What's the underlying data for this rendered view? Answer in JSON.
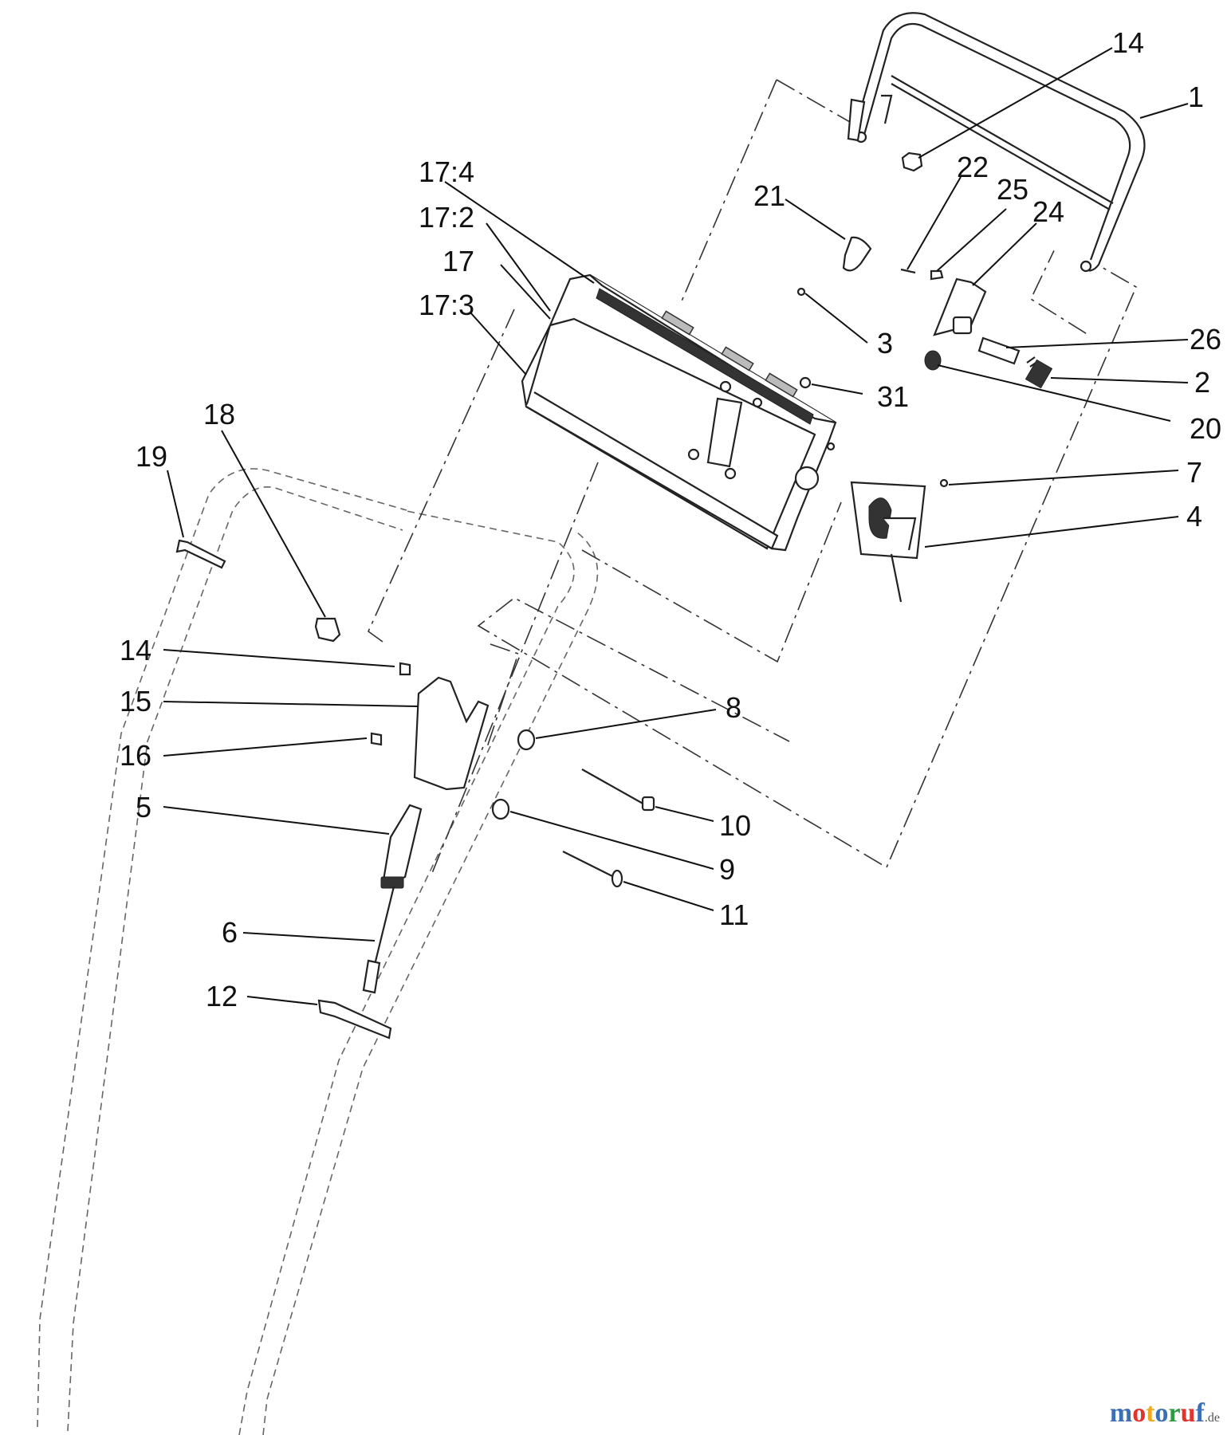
{
  "callouts": [
    {
      "id": "14a",
      "text": "14"
    },
    {
      "id": "1",
      "text": "1"
    },
    {
      "id": "174",
      "text": "17:4"
    },
    {
      "id": "22",
      "text": "22"
    },
    {
      "id": "25",
      "text": "25"
    },
    {
      "id": "21",
      "text": "21"
    },
    {
      "id": "24",
      "text": "24"
    },
    {
      "id": "172",
      "text": "17:2"
    },
    {
      "id": "17",
      "text": "17"
    },
    {
      "id": "173",
      "text": "17:3"
    },
    {
      "id": "26",
      "text": "26"
    },
    {
      "id": "3",
      "text": "3"
    },
    {
      "id": "2",
      "text": "2"
    },
    {
      "id": "31",
      "text": "31"
    },
    {
      "id": "20",
      "text": "20"
    },
    {
      "id": "18",
      "text": "18"
    },
    {
      "id": "19",
      "text": "19"
    },
    {
      "id": "7",
      "text": "7"
    },
    {
      "id": "4",
      "text": "4"
    },
    {
      "id": "14b",
      "text": "14"
    },
    {
      "id": "15",
      "text": "15"
    },
    {
      "id": "8",
      "text": "8"
    },
    {
      "id": "16",
      "text": "16"
    },
    {
      "id": "5",
      "text": "5"
    },
    {
      "id": "10",
      "text": "10"
    },
    {
      "id": "9",
      "text": "9"
    },
    {
      "id": "11",
      "text": "11"
    },
    {
      "id": "6",
      "text": "6"
    },
    {
      "id": "12",
      "text": "12"
    }
  ],
  "watermark": {
    "letters": [
      "m",
      "o",
      "t",
      "o",
      "r",
      "u",
      "f"
    ],
    "colors": [
      "#3b6fb6",
      "#e0342c",
      "#f2a81d",
      "#3b6fb6",
      "#2e9b44",
      "#e0342c",
      "#3b6fb6"
    ],
    "tld": ".de"
  }
}
